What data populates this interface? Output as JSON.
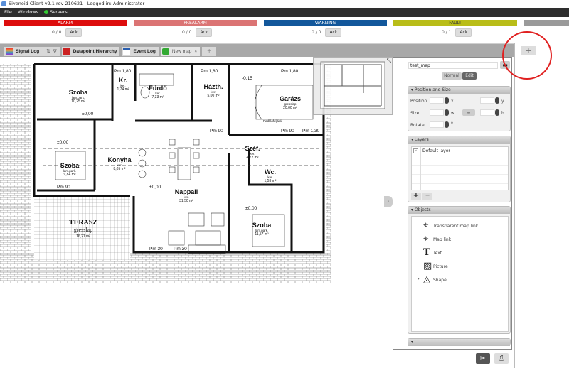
{
  "window": {
    "title": "Sivenoid Client v2.1 rev 210621 - Logged in: Administrator"
  },
  "menu": {
    "file": "File",
    "windows": "Windows",
    "servers": "Servers"
  },
  "status": [
    {
      "label": "ALARM",
      "count": "0 / 0",
      "ack": "Ack",
      "color": "#dd0d0d"
    },
    {
      "label": "PREALARM",
      "count": "0 / 0",
      "ack": "Ack",
      "color": "#db7474"
    },
    {
      "label": "WARNING",
      "count": "0 / 0",
      "ack": "Ack",
      "color": "#12579b"
    },
    {
      "label": "FAULT",
      "count": "0 / 1",
      "ack": "Ack",
      "color": "#b9bd18"
    },
    {
      "label": "",
      "color": "#9a9a9a"
    }
  ],
  "tabs": {
    "signal_log": "Signal Log",
    "datapoint_hierarchy": "Datapoint Hierarchy",
    "event_log": "Event Log",
    "new_map": "New map",
    "close": "×",
    "add": "+"
  },
  "map": {
    "rooms": [
      {
        "name": "Szoba",
        "sub": "lam.park.",
        "area": "10,25 m²"
      },
      {
        "name": "Kr.",
        "sub": "ker.",
        "area": "1,74 m²"
      },
      {
        "name": "Fürdő",
        "sub": "ker.",
        "area": "7,33 m²"
      },
      {
        "name": "Házth.",
        "sub": "ker.",
        "area": "5,00 m²"
      },
      {
        "name": "Garázs",
        "sub": "gresslap",
        "area": "20,00 m²"
      },
      {
        "name": "Szoba",
        "sub": "lam.park.",
        "area": "9,84 m²"
      },
      {
        "name": "Konyha",
        "sub": "ker.",
        "area": "8,05 m²"
      },
      {
        "name": "Nappali",
        "sub": "ker.",
        "area": "31,50 m²"
      },
      {
        "name": "Szoba",
        "sub": "lam.park.",
        "area": "11,57 m²"
      },
      {
        "name": "TERASZ",
        "sub": "gresslap",
        "area": "16,21 m²"
      },
      {
        "name": "Széf.",
        "sub": "ker.",
        "area": "4,72 m²"
      },
      {
        "name": "Wc.",
        "sub": "ker.",
        "area": "1,53 m²"
      }
    ],
    "annotations": [
      "Pm 1,80",
      "Pm 1,80",
      "Pm 1,80",
      "-0,15",
      "±0,00",
      "±0,00",
      "±0,00",
      "±0,00",
      "Pm 90",
      "Pm 90",
      "Pm 90",
      "Pm 30",
      "Pm 30",
      "Padlásfeljáró",
      "Pm 1,30"
    ]
  },
  "panel": {
    "map_name": "test_map",
    "mode_normal": "Normal",
    "mode_edit": "Edit",
    "position_size": {
      "title": "Position and Size",
      "position": "Position",
      "size": "Size",
      "rotate": "Rotate",
      "x": "x",
      "y": "y",
      "w": "w",
      "h": "h",
      "deg": "º"
    },
    "layers": {
      "title": "Layers",
      "items": [
        {
          "name": "Default layer",
          "checked": true
        }
      ],
      "add": "+",
      "remove": "−"
    },
    "objects": {
      "title": "Objects",
      "items": [
        "Transparent map link",
        "Map link",
        "Text",
        "Picture",
        "Shape"
      ]
    },
    "collapsed_title": ""
  }
}
